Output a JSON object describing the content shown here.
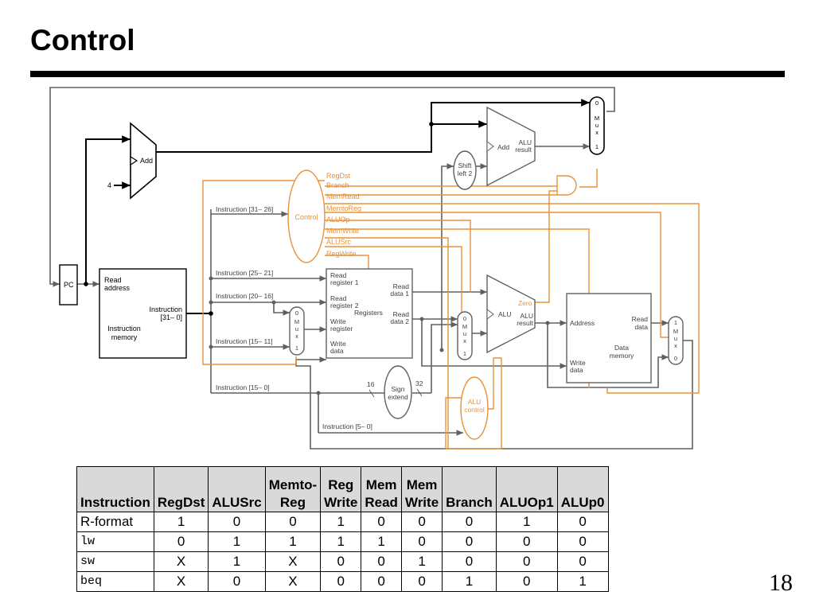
{
  "slide": {
    "title": "Control",
    "page_number": "18"
  },
  "colors": {
    "datapath": "#606060",
    "control": "#e8923a",
    "text": "#000000",
    "header_bg": "#d9d9d9"
  },
  "diagram": {
    "add_pc": "Add",
    "const_four": "4",
    "pc": "PC",
    "imem": {
      "read_address": [
        "Read",
        "address"
      ],
      "instruction": [
        "Instruction",
        "[31– 0]"
      ],
      "name": [
        "Instruction",
        "memory"
      ]
    },
    "control": "Control",
    "signals": [
      "RegDst",
      "Branch",
      "MemRead",
      "MemtoReg",
      "ALUOp",
      "MemWrite",
      "ALUSrc",
      "RegWrite"
    ],
    "instr_fields": [
      "Instruction [31– 26]",
      "Instruction [25– 21]",
      "Instruction [20– 16]",
      "Instruction [15– 11]",
      "Instruction [15– 0]",
      "Instruction [5– 0]"
    ],
    "registers": {
      "read_reg1": [
        "Read",
        "register 1"
      ],
      "read_reg2": [
        "Read",
        "register 2"
      ],
      "write_reg": [
        "Write",
        "register"
      ],
      "write_data": [
        "Write",
        "data"
      ],
      "read_data1": [
        "Read",
        "data 1"
      ],
      "read_data2": [
        "Read",
        "data 2"
      ],
      "name": "Registers"
    },
    "mux_reg": [
      "0",
      "M",
      "u",
      "x",
      "1"
    ],
    "mux_alusrc": [
      "0",
      "M",
      "u",
      "x",
      "1"
    ],
    "mux_top": [
      "0",
      "M",
      "u",
      "x",
      "1"
    ],
    "mux_wb": [
      "1",
      "M",
      "u",
      "x",
      "0"
    ],
    "shift": [
      "Shift",
      "left 2"
    ],
    "add_branch": {
      "add": "Add",
      "result": [
        "ALU",
        "result"
      ]
    },
    "alu": {
      "name": "ALU",
      "zero": "Zero",
      "result": [
        "ALU",
        "result"
      ]
    },
    "sign_extend": {
      "label": [
        "Sign",
        "extend"
      ],
      "in_bits": "16",
      "out_bits": "32"
    },
    "alu_control": [
      "ALU",
      "control"
    ],
    "dmem": {
      "address": "Address",
      "read_data": [
        "Read",
        "data"
      ],
      "write_data": [
        "Write",
        "data"
      ],
      "name": [
        "Data",
        "memory"
      ]
    }
  },
  "table": {
    "headers": [
      [
        "Instruction"
      ],
      [
        "RegDst"
      ],
      [
        "ALUSrc"
      ],
      [
        "Memto-",
        "Reg"
      ],
      [
        "Reg",
        "Write"
      ],
      [
        "Mem",
        "Read"
      ],
      [
        "Mem",
        "Write"
      ],
      [
        "Branch"
      ],
      [
        "ALUOp1"
      ],
      [
        "ALUp0"
      ]
    ],
    "rows": [
      {
        "instruction": "R-format",
        "mono": false,
        "values": [
          "1",
          "0",
          "0",
          "1",
          "0",
          "0",
          "0",
          "1",
          "0"
        ]
      },
      {
        "instruction": "lw",
        "mono": true,
        "values": [
          "0",
          "1",
          "1",
          "1",
          "1",
          "0",
          "0",
          "0",
          "0"
        ]
      },
      {
        "instruction": "sw",
        "mono": true,
        "values": [
          "X",
          "1",
          "X",
          "0",
          "0",
          "1",
          "0",
          "0",
          "0"
        ]
      },
      {
        "instruction": "beq",
        "mono": true,
        "values": [
          "X",
          "0",
          "X",
          "0",
          "0",
          "0",
          "1",
          "0",
          "1"
        ]
      }
    ]
  }
}
